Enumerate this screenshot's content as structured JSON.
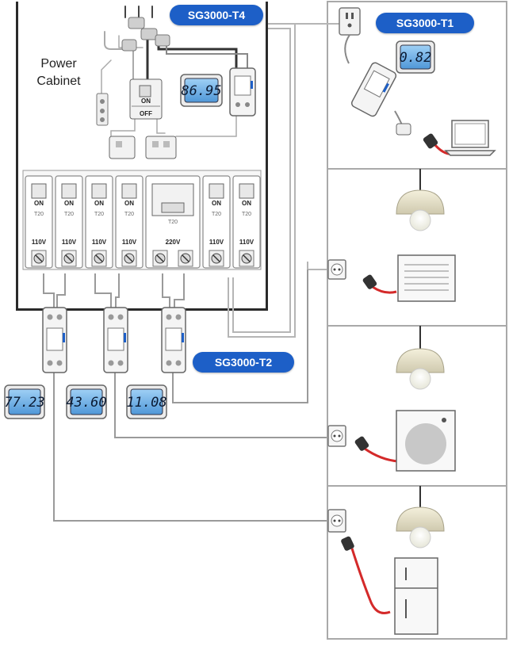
{
  "labels": {
    "t4": "SG3000-T4",
    "t1": "SG3000-T1",
    "t2": "SG3000-T2",
    "cabinet_line1": "Power",
    "cabinet_line2": "Cabinet"
  },
  "meter_readings": {
    "t4": "86.95",
    "t1": "0.82",
    "m1": "77.23",
    "m2": "43.60",
    "m3": "11.08"
  },
  "breakers": [
    {
      "on": "ON",
      "rating": "T20",
      "voltage": "110V"
    },
    {
      "on": "ON",
      "rating": "T20",
      "voltage": "110V"
    },
    {
      "on": "ON",
      "rating": "T20",
      "voltage": "110V"
    },
    {
      "on": "ON",
      "rating": "T20",
      "voltage": "110V"
    },
    {
      "on": "",
      "rating": "T20",
      "voltage": "220V"
    },
    {
      "on": "ON",
      "rating": "T20",
      "voltage": "110V"
    },
    {
      "on": "ON",
      "rating": "T20",
      "voltage": "110V"
    }
  ],
  "main_switch": {
    "on": "ON",
    "off": "OFF"
  },
  "colors": {
    "badge": "#1d5fc7",
    "wire": "#9a9a9a",
    "plug_cord": "#d42a2a",
    "lcd": "#5aa8e6"
  },
  "icons": [
    "wall-outlet-icon",
    "laptop-icon",
    "ceiling-lamp-icon",
    "air-conditioner-icon",
    "washing-machine-icon",
    "refrigerator-icon",
    "power-plug-icon",
    "energy-meter-icon"
  ]
}
